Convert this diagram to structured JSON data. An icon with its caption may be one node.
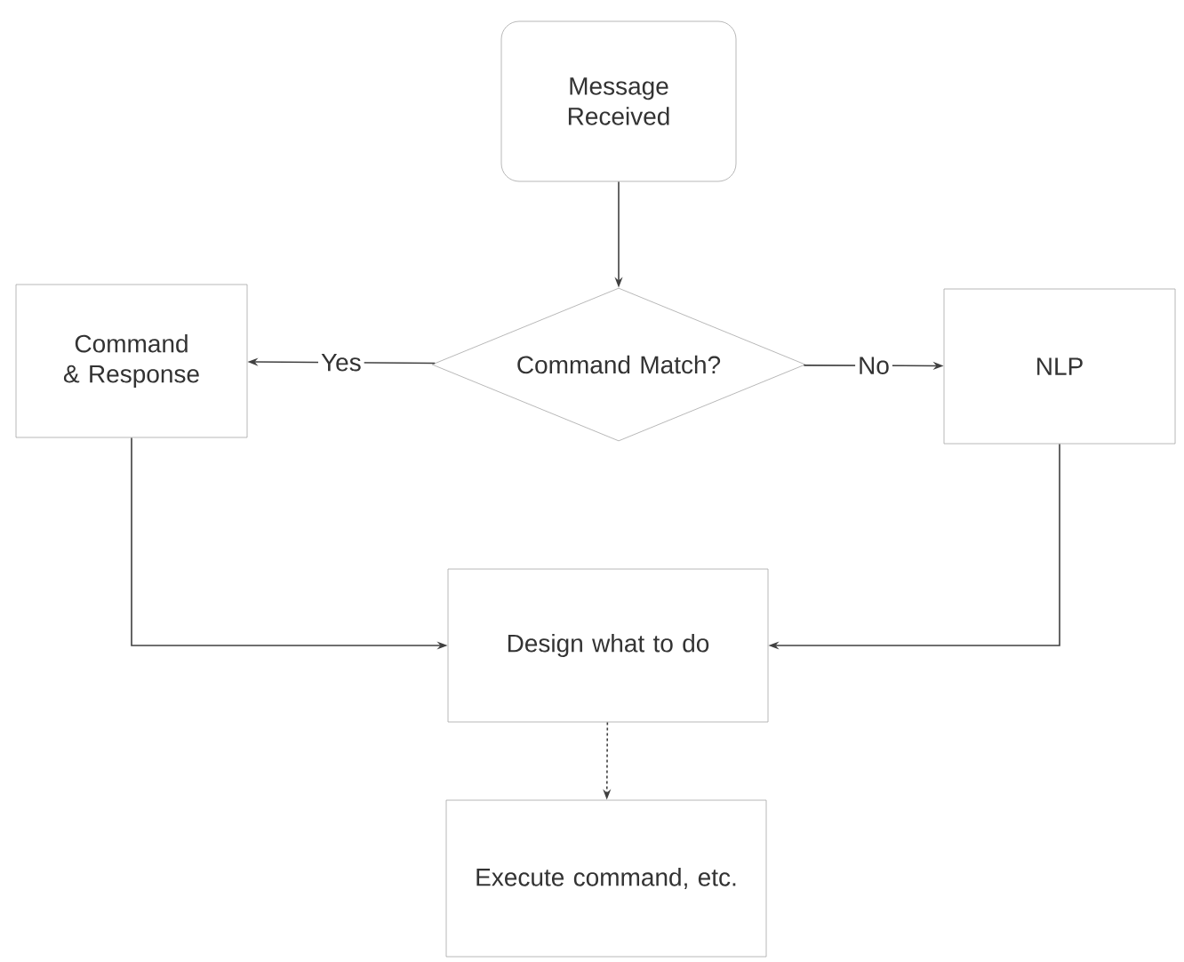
{
  "diagram": {
    "nodes": [
      {
        "text": [
          "Message Received"
        ]
      },
      {
        "text": [
          "Command Match?"
        ]
      },
      {
        "text": [
          "Command & Response"
        ]
      },
      {
        "text": [
          "NLP"
        ]
      },
      {
        "text": [
          "Design what to do"
        ]
      },
      {
        "text": [
          "Execute command, etc."
        ]
      }
    ],
    "edges": [
      {
        "from": 0,
        "to": 1,
        "arrow": "to"
      },
      {
        "from": 1,
        "to": 2,
        "arrow": "to",
        "label": "Yes"
      },
      {
        "from": 1,
        "to": 3,
        "arrow": "to",
        "label": "No"
      },
      {
        "from": 2,
        "to": 4,
        "arrow": "to"
      },
      {
        "from": 3,
        "to": 4,
        "arrow": "to"
      },
      {
        "from": 4,
        "to": 5,
        "arrow": "to",
        "style": "dashed"
      }
    ]
  }
}
